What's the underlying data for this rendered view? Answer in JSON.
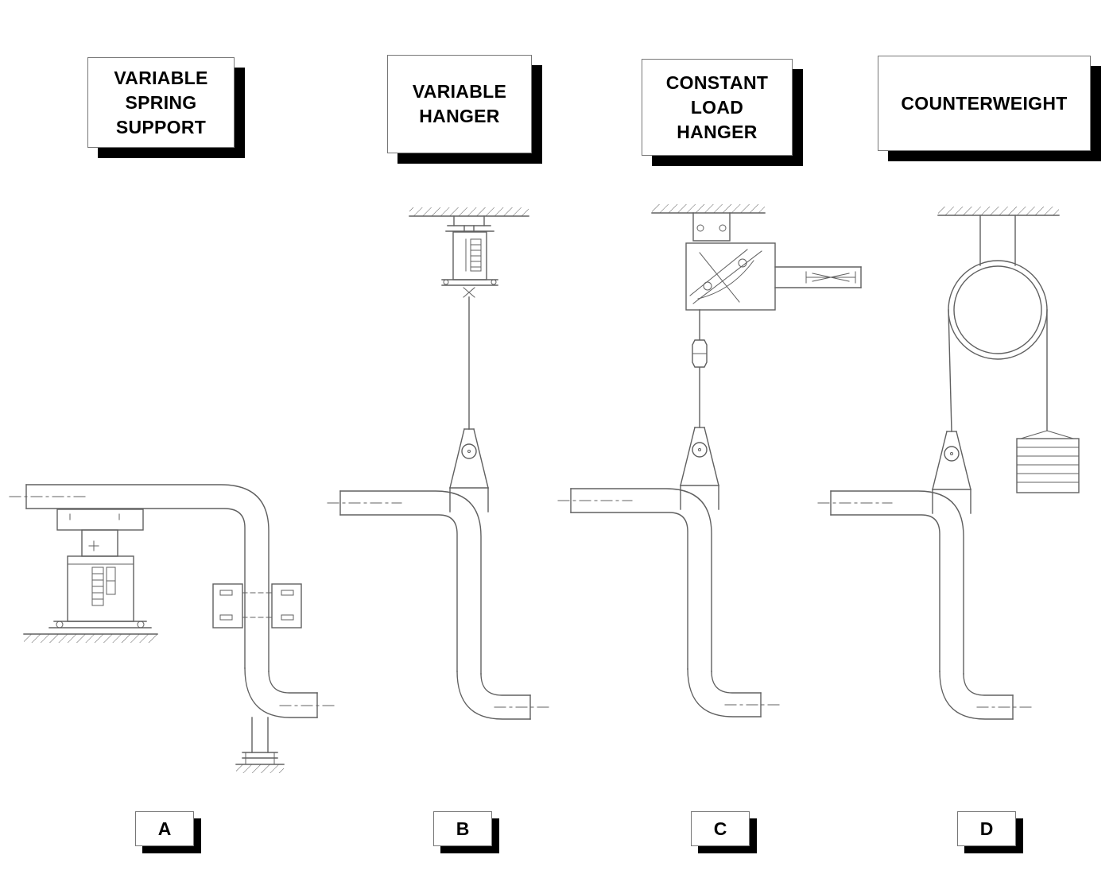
{
  "page": {
    "background": "#ffffff",
    "line_color": "#606060",
    "shadow_color": "#000000",
    "box_fill": "#ffffff"
  },
  "columns": [
    {
      "title_lines": [
        "VARIABLE",
        "SPRING",
        "SUPPORT"
      ],
      "letter": "A",
      "drawing": "variable-spring-support"
    },
    {
      "title_lines": [
        "VARIABLE",
        "HANGER"
      ],
      "letter": "B",
      "drawing": "variable-hanger"
    },
    {
      "title_lines": [
        "CONSTANT",
        "LOAD",
        "HANGER"
      ],
      "letter": "C",
      "drawing": "constant-load-hanger"
    },
    {
      "title_lines": [
        "COUNTERWEIGHT"
      ],
      "letter": "D",
      "drawing": "counterweight"
    }
  ]
}
